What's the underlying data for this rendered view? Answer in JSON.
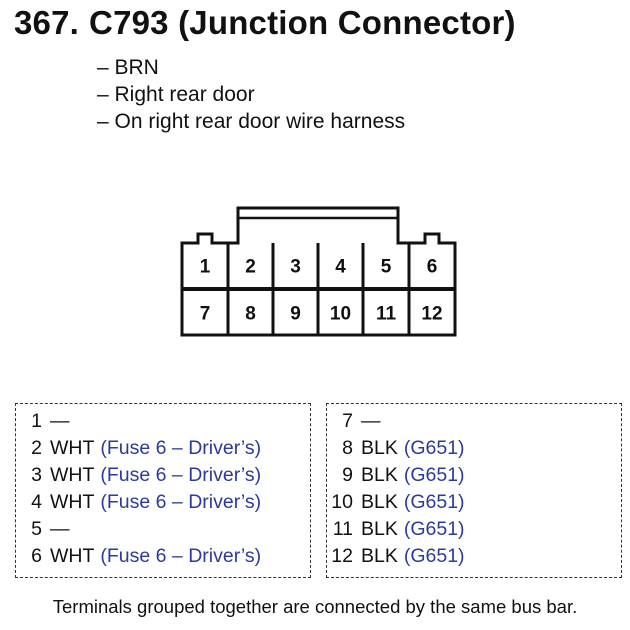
{
  "title": {
    "number": "367.",
    "name": "C793 (Junction Connector)"
  },
  "description": [
    "– BRN",
    "– Right rear door",
    "– On right rear door wire harness"
  ],
  "connector": {
    "top_row": [
      "1",
      "2",
      "3",
      "4",
      "5",
      "6"
    ],
    "bottom_row": [
      "7",
      "8",
      "9",
      "10",
      "11",
      "12"
    ]
  },
  "pin_groups": [
    {
      "pins": [
        {
          "pin": "1",
          "color": "—",
          "ref": ""
        },
        {
          "pin": "2",
          "color": "WHT",
          "ref": "(Fuse 6 – Driver’s)"
        },
        {
          "pin": "3",
          "color": "WHT",
          "ref": "(Fuse 6 – Driver’s)"
        },
        {
          "pin": "4",
          "color": "WHT",
          "ref": "(Fuse 6 – Driver’s)"
        },
        {
          "pin": "5",
          "color": "—",
          "ref": ""
        },
        {
          "pin": "6",
          "color": "WHT",
          "ref": "(Fuse 6 – Driver’s)"
        }
      ]
    },
    {
      "pins": [
        {
          "pin": "7",
          "color": "—",
          "ref": ""
        },
        {
          "pin": "8",
          "color": "BLK",
          "ref": "(G651)"
        },
        {
          "pin": "9",
          "color": "BLK",
          "ref": "(G651)"
        },
        {
          "pin": "10",
          "color": "BLK",
          "ref": "(G651)"
        },
        {
          "pin": "11",
          "color": "BLK",
          "ref": "(G651)"
        },
        {
          "pin": "12",
          "color": "BLK",
          "ref": "(G651)"
        }
      ]
    }
  ],
  "footer": "Terminals grouped together are connected by the same bus bar.",
  "colors": {
    "ref_text": "#2b3a9c",
    "line": "#111111"
  }
}
